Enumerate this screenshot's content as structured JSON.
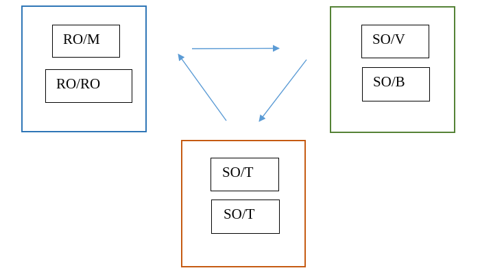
{
  "colors": {
    "left_group_border": "#2e75b6",
    "right_group_border": "#548235",
    "bottom_group_border": "#c55a11",
    "arrow": "#5b9bd5",
    "label_border": "#000000"
  },
  "groups": {
    "left": {
      "labels": [
        "RO/M",
        "RO/RO"
      ]
    },
    "right": {
      "labels": [
        "SO/V",
        "SO/B"
      ]
    },
    "bottom": {
      "labels": [
        "SO/T",
        "SO/T"
      ]
    }
  },
  "arrows": [
    {
      "from": "left",
      "to": "right"
    },
    {
      "from": "right",
      "to": "bottom"
    },
    {
      "from": "bottom",
      "to": "left"
    }
  ]
}
